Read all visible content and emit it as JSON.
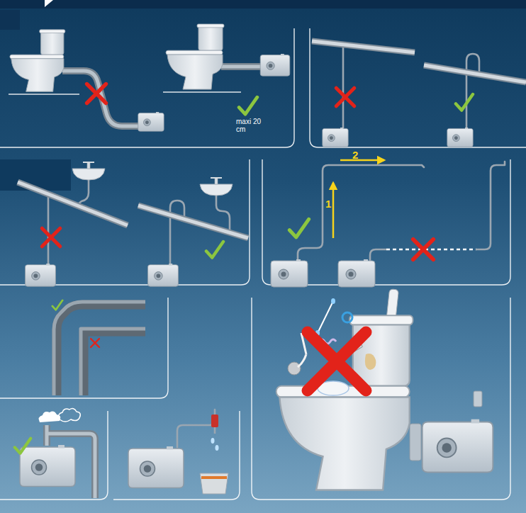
{
  "diagram": {
    "labels": [
      "maxi 20 cm",
      "1",
      "2"
    ]
  }
}
